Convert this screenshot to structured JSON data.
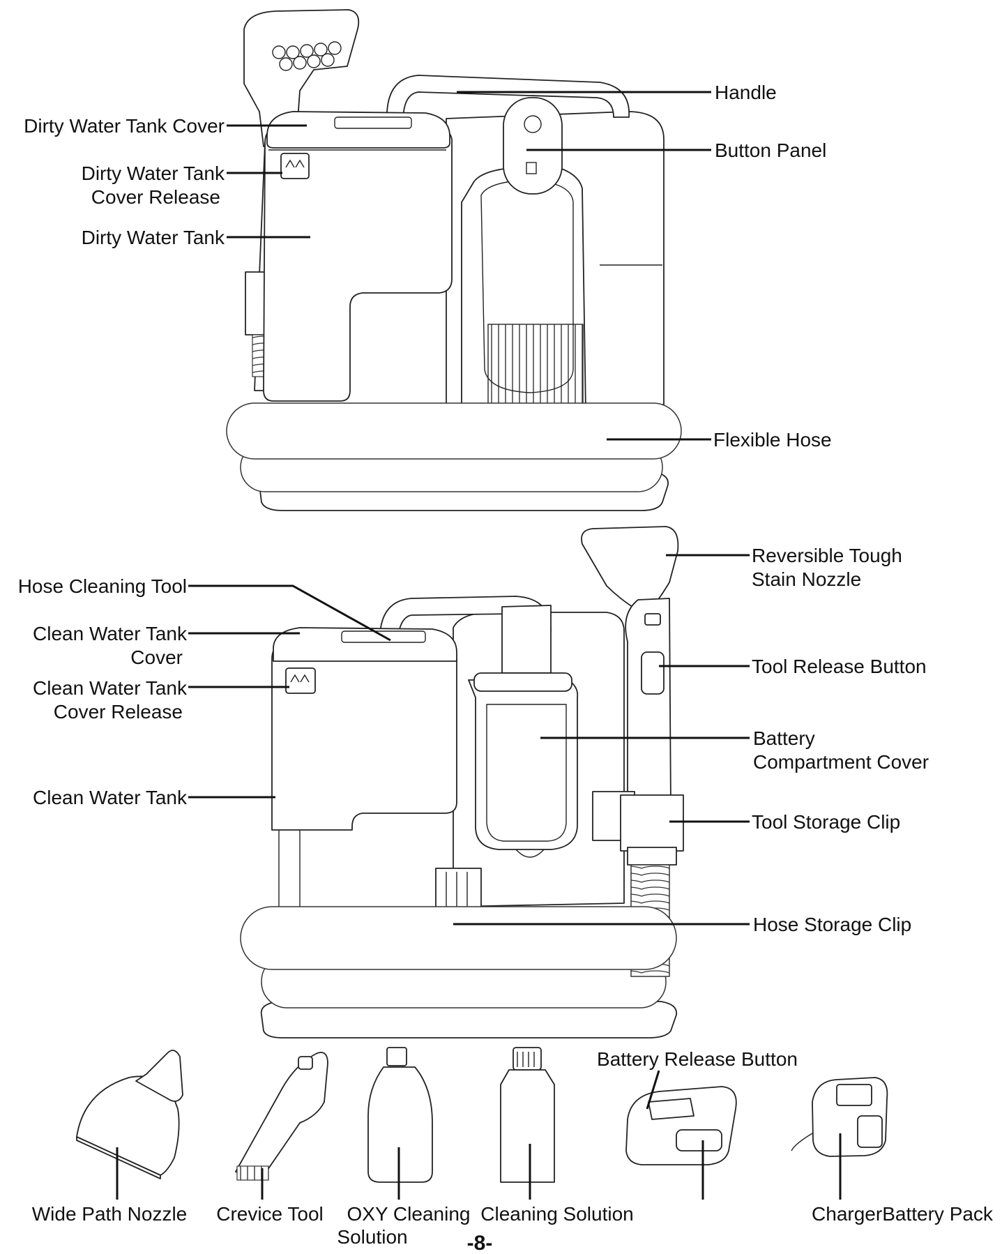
{
  "labels": {
    "handle": "Handle",
    "dirty_water_tank_cover": "Dirty Water Tank Cover",
    "button_panel": "Button Panel",
    "dirty_water_tank_cover_release_1": "Dirty Water Tank",
    "dirty_water_tank_cover_release_2": "Cover Release",
    "dirty_water_tank": "Dirty Water Tank",
    "flexible_hose": "Flexible Hose",
    "hose_cleaning_tool": "Hose Cleaning Tool",
    "reversible_nozzle_1": "Reversible Tough",
    "reversible_nozzle_2": "Stain Nozzle",
    "clean_water_tank_cover_1": "Clean Water Tank",
    "clean_water_tank_cover_2": "Cover",
    "tool_release_button": "Tool Release Button",
    "clean_water_tank_cover_release_1": "Clean Water Tank",
    "clean_water_tank_cover_release_2": "Cover Release",
    "battery_compartment_cover_1": "Battery",
    "battery_compartment_cover_2": "Compartment Cover",
    "clean_water_tank": "Clean Water Tank",
    "tool_storage_clip": "Tool Storage Clip",
    "hose_storage_clip": "Hose Storage Clip",
    "battery_release_button": "Battery Release Button",
    "wide_path_nozzle": "Wide Path Nozzle",
    "crevice_tool": "Crevice Tool",
    "oxy_cleaning_solution_1": "OXY Cleaning",
    "oxy_cleaning_solution_2": "Solution",
    "cleaning_solution": "Cleaning Solution",
    "charger_battery_pack": "ChargerBattery Pack"
  },
  "page_number": "-8-"
}
